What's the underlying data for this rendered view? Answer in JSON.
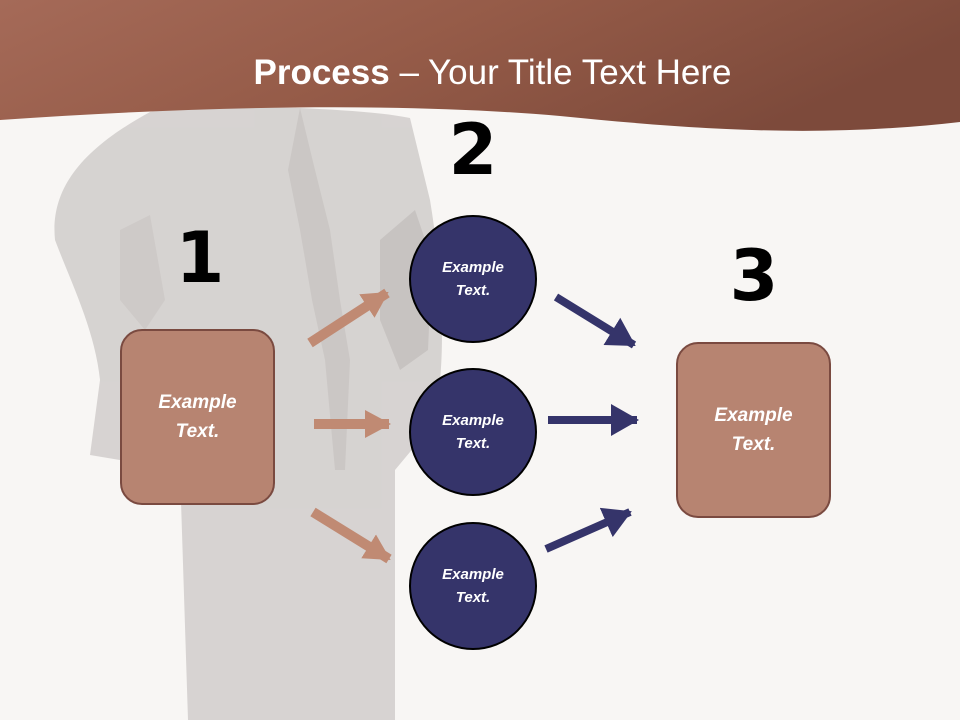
{
  "title": {
    "bold": "Process",
    "rest": " – Your Title Text Here"
  },
  "steps": [
    {
      "number": "1",
      "text": "Example Text."
    },
    {
      "number": "2",
      "items": [
        {
          "text": "Example Text."
        },
        {
          "text": "Example Text."
        },
        {
          "text": "Example Text."
        }
      ]
    },
    {
      "number": "3",
      "text": "Example Text."
    }
  ],
  "colors": {
    "header_brown": "#9c5f4c",
    "box_fill": "#b78471",
    "box_border": "#7a4a40",
    "circle_fill": "#35346a",
    "arrow_brown": "#c08a73",
    "arrow_navy": "#35346a"
  }
}
